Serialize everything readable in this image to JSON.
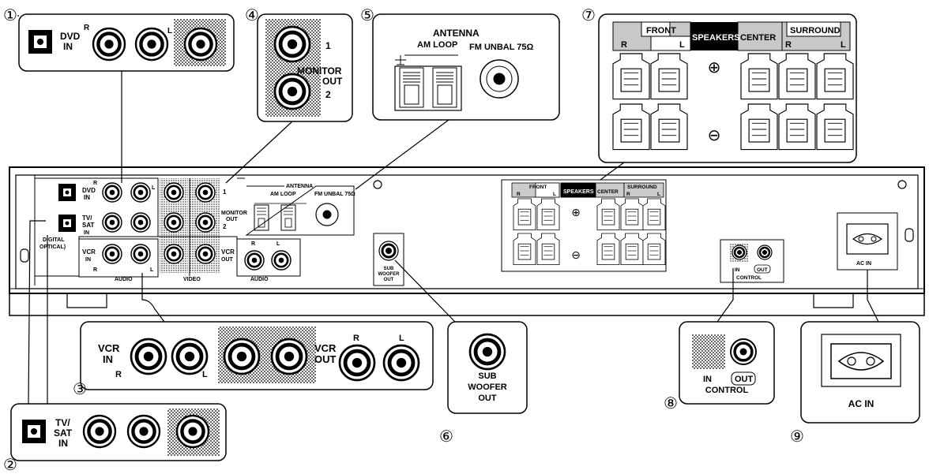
{
  "callouts": {
    "c1": "①",
    "c2": "②",
    "c3": "③",
    "c4": "④",
    "c5": "⑤",
    "c6": "⑥",
    "c7": "⑦",
    "c8": "⑧",
    "c9": "⑨"
  },
  "detail_dvd": {
    "dvd_in": [
      "DVD",
      "IN"
    ],
    "r": "R",
    "l": "L"
  },
  "detail_tv_sat": {
    "tv_sat_in": [
      "TV/",
      "SAT",
      "IN"
    ]
  },
  "detail_vcr": {
    "vcr_in": [
      "VCR",
      "IN"
    ],
    "r": "R",
    "l": "L",
    "vcr_out": [
      "VCR",
      "OUT"
    ],
    "out_r": "R",
    "out_l": "L"
  },
  "detail_monitor": {
    "one": "1",
    "monitor_out": [
      "MONITOR",
      "OUT"
    ],
    "two": "2"
  },
  "detail_antenna": {
    "antenna": "ANTENNA",
    "am_loop": "AM LOOP",
    "fm_unbal": "FM UNBAL 75Ω"
  },
  "detail_speakers": {
    "front": "FRONT",
    "r": "R",
    "l": "L",
    "speakers": "SPEAKERS",
    "center": "CENTER",
    "surround": "SURROUND",
    "sr": "R",
    "sl": "L",
    "plus": "⊕",
    "minus": "⊖"
  },
  "detail_subwoofer": {
    "sub_woofer_out": [
      "SUB",
      "WOOFER",
      "OUT"
    ]
  },
  "detail_control": {
    "in": "IN",
    "out": "OUT",
    "control": "CONTROL"
  },
  "detail_ac": {
    "ac_in": "AC IN"
  },
  "panel": {
    "r1": "R",
    "dvd_in": [
      "DVD",
      "IN"
    ],
    "l1": "L",
    "tv_sat_in": [
      "TV/",
      "SAT",
      "IN"
    ],
    "digital_optical": [
      "DIGITAL",
      "OPTICAL)"
    ],
    "vcr_in": [
      "VCR",
      "IN"
    ],
    "r2": "R",
    "l2": "L",
    "audio_left": "AUDIO",
    "video": "VIDEO",
    "audio_right": "AUDIO",
    "one": "1",
    "monitor_out": [
      "MONITOR",
      "OUT"
    ],
    "two": "2",
    "vcr_out": [
      "VCR",
      "OUT"
    ],
    "out_r": "R",
    "out_l": "L",
    "antenna": "ANTENNA",
    "am_loop": "AM LOOP",
    "fm_unbal": "FM UNBAL 75Ω",
    "sub_woofer_out": [
      "SUB",
      "WOOFER",
      "OUT"
    ],
    "front": "FRONT",
    "sp_r": "R",
    "sp_l": "L",
    "speakers": "SPEAKERS",
    "center": "CENTER",
    "surround": "SURROUND",
    "sp_sr": "R",
    "sp_sl": "L",
    "plus": "⊕",
    "minus": "⊖",
    "control_in": "IN",
    "control_out": "OUT",
    "control": "CONTROL",
    "ac_in": "AC IN"
  }
}
